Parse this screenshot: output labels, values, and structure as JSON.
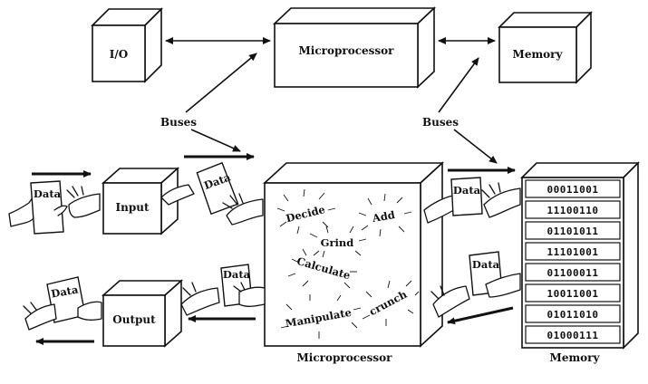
{
  "top_row": {
    "io_label": "I/O",
    "microprocessor_label": "Microprocessor",
    "memory_label": "Memory"
  },
  "buses_left": "Buses",
  "buses_right": "Buses",
  "input_label": "Input",
  "output_label": "Output",
  "data_word": "Data",
  "cpu_words": [
    "Decide",
    "Add",
    "Grind",
    "Calculate",
    "Manipulate",
    "crunch"
  ],
  "cpu_caption": "Microprocessor",
  "memory_caption": "Memory",
  "memory_words": [
    "00011001",
    "11100110",
    "01101011",
    "11101001",
    "01100011",
    "10011001",
    "01011010",
    "01000111"
  ]
}
